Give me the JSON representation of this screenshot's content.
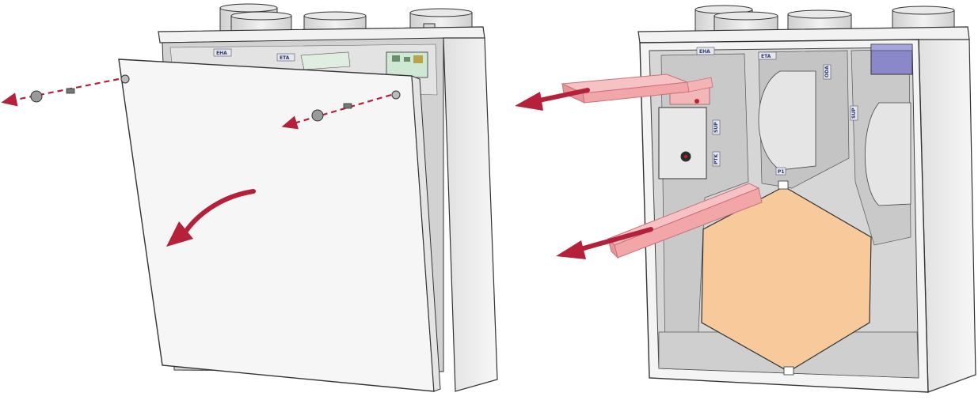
{
  "labels": {
    "unit1_top_left": "EHA",
    "unit1_top_mid": "ETA",
    "unit2_top_left": "EHA",
    "unit2_top_mid": "ETA",
    "unit2_side_a": "ODA",
    "unit2_side_b": "SUP",
    "unit2_side_c": "SUP",
    "unit2_side_d": "PTK",
    "unit2_side_e": "P1"
  },
  "colors": {
    "arrow": "#b5203a",
    "filter": "#f2a6a8",
    "filter_edge": "#c8727a",
    "heat_exchanger": "#f8c99a",
    "casing": "#f4f4f4",
    "casing_edge": "#333333",
    "interior": "#d9d9d9",
    "interior_dark": "#c4c4c4",
    "spigot": "#e6e6e6",
    "control_box": "#8a88c9"
  }
}
